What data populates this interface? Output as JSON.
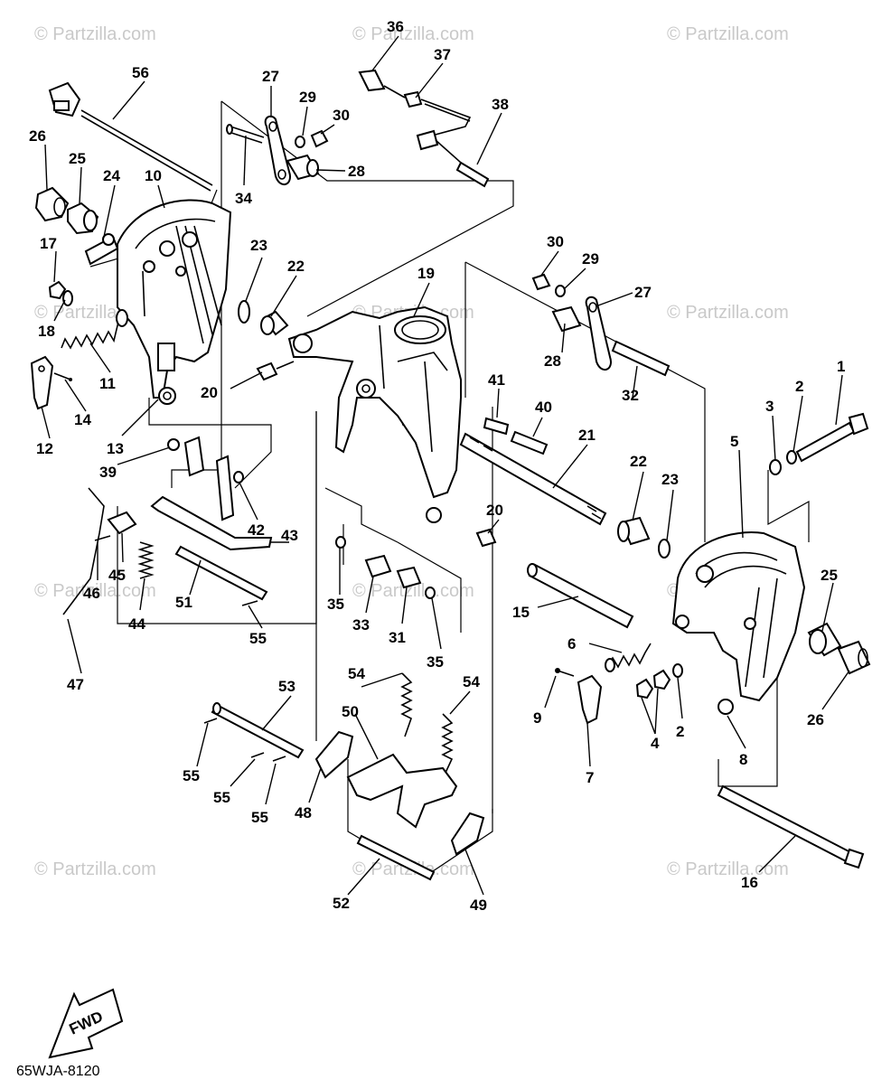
{
  "watermark": "© Partzilla.com",
  "diagram_code": "65WJA-8120",
  "fwd_label": "FWD",
  "callouts": {
    "c1": "1",
    "c2a": "2",
    "c2b": "2",
    "c3": "3",
    "c4": "4",
    "c5": "5",
    "c6": "6",
    "c7": "7",
    "c8": "8",
    "c9": "9",
    "c10": "10",
    "c11": "11",
    "c12": "12",
    "c13": "13",
    "c14": "14",
    "c15": "15",
    "c16": "16",
    "c17": "17",
    "c18": "18",
    "c19": "19",
    "c20a": "20",
    "c20b": "20",
    "c21": "21",
    "c22a": "22",
    "c22b": "22",
    "c23a": "23",
    "c23b": "23",
    "c24": "24",
    "c25a": "25",
    "c25b": "25",
    "c26a": "26",
    "c26b": "26",
    "c27a": "27",
    "c27b": "27",
    "c28a": "28",
    "c28b": "28",
    "c29a": "29",
    "c29b": "29",
    "c30a": "30",
    "c30b": "30",
    "c31": "31",
    "c32": "32",
    "c33": "33",
    "c34": "34",
    "c35a": "35",
    "c35b": "35",
    "c36": "36",
    "c37": "37",
    "c38": "38",
    "c39": "39",
    "c40": "40",
    "c41": "41",
    "c42": "42",
    "c43": "43",
    "c44": "44",
    "c45": "45",
    "c46": "46",
    "c47": "47",
    "c48": "48",
    "c49": "49",
    "c50": "50",
    "c51": "51",
    "c52": "52",
    "c53": "53",
    "c54a": "54",
    "c54b": "54",
    "c55a": "55",
    "c55b": "55",
    "c55c": "55",
    "c55d": "55",
    "c56": "56"
  }
}
